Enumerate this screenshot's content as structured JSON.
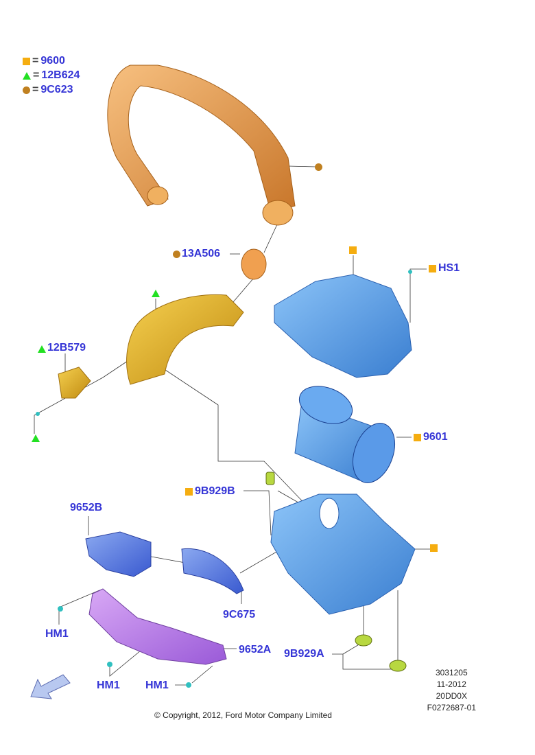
{
  "legend": [
    {
      "symbol": "square",
      "color": "#f5ad10",
      "equals": "=",
      "part": "9600"
    },
    {
      "symbol": "triangle",
      "color": "#22e022",
      "equals": "=",
      "part": "12B624"
    },
    {
      "symbol": "circle",
      "color": "#c08020",
      "equals": "=",
      "part": "9C623"
    }
  ],
  "callouts": {
    "c13A506": "13A506",
    "hs1": "HS1",
    "c12B579": "12B579",
    "c9601": "9601",
    "c9B929B": "9B929B",
    "c9652B": "9652B",
    "c9C675": "9C675",
    "hm1_a": "HM1",
    "c9652A": "9652A",
    "c9B929A": "9B929A",
    "hm1_b": "HM1",
    "hm1_c": "HM1"
  },
  "reference": {
    "line1": "3031205",
    "line2": "11-2012",
    "line3": "20DD0X",
    "line4": "F0272687-01"
  },
  "copyright": "© Copyright, 2012, Ford Motor Company Limited",
  "colors": {
    "label": "#3535d6",
    "square": "#f5ad10",
    "triangle": "#22e022",
    "circle": "#c08020",
    "orange_part": "#e89a40",
    "yellow_part": "#e6b020",
    "blue_part": "#4a90e0",
    "purple_part": "#b070e0"
  }
}
